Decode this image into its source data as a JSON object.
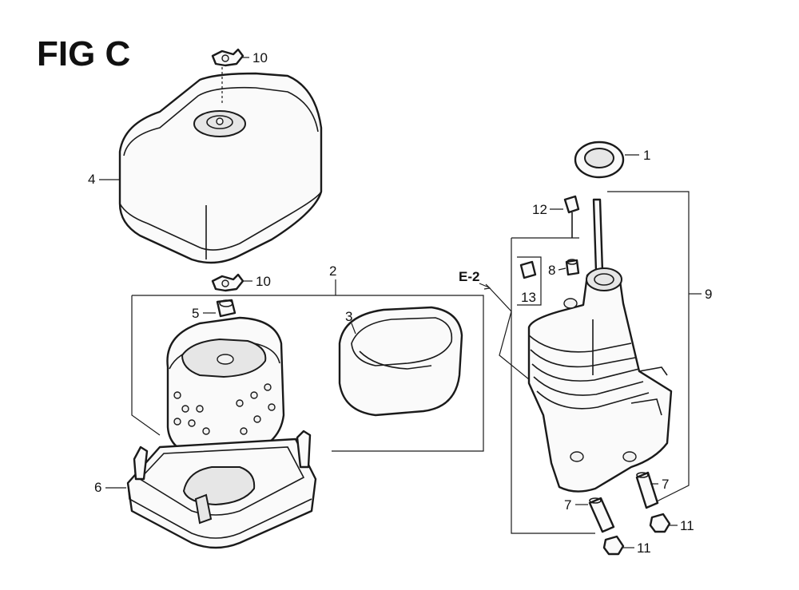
{
  "figure": {
    "title": "FIG C"
  },
  "callouts": {
    "c1": "1",
    "c2": "2",
    "c3": "3",
    "c4": "4",
    "c5": "5",
    "c6": "6",
    "c7a": "7",
    "c7b": "7",
    "c8": "8",
    "c9": "9",
    "c10a": "10",
    "c10b": "10",
    "c11a": "11",
    "c11b": "11",
    "c12": "12",
    "c13": "13"
  },
  "reference": {
    "label": "E-2"
  }
}
